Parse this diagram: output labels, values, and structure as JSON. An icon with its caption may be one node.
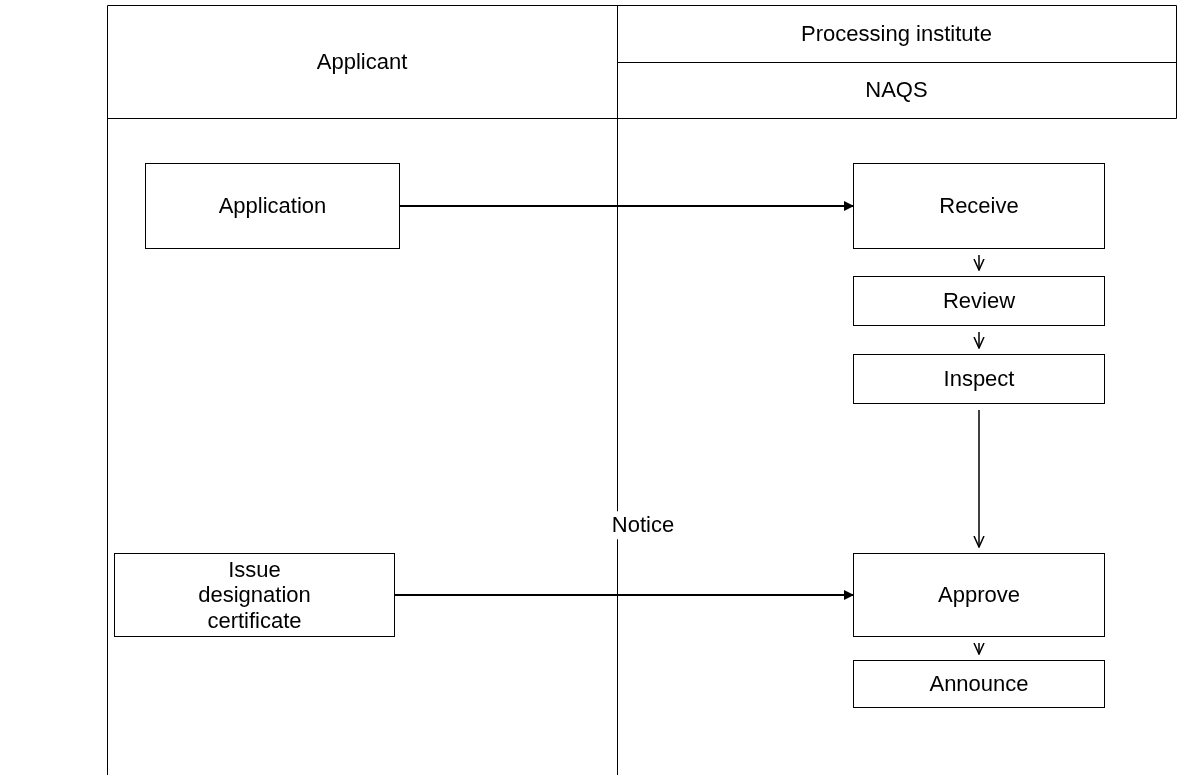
{
  "diagram": {
    "nodes": [
      {
        "text": [
          "Application"
        ]
      },
      {
        "text": [
          "Receive"
        ]
      },
      {
        "text": [
          "Review"
        ]
      },
      {
        "text": [
          "Inspect"
        ]
      },
      {
        "text": [
          "Issue designation certificate"
        ]
      },
      {
        "text": [
          "Approve"
        ]
      },
      {
        "text": [
          "Announce"
        ]
      }
    ],
    "edges": [
      {
        "from": 0,
        "to": 1,
        "arrow": "to"
      },
      {
        "from": 1,
        "to": 2,
        "arrow": "to"
      },
      {
        "from": 2,
        "to": 3,
        "arrow": "to"
      },
      {
        "from": 3,
        "to": 5,
        "arrow": "to"
      },
      {
        "from": 4,
        "to": 5,
        "label": "Notice",
        "arrow": "to"
      },
      {
        "from": 5,
        "to": 6,
        "arrow": "to"
      }
    ],
    "labels": [
      "Applicant",
      "Processing institute",
      "NAQS"
    ]
  }
}
